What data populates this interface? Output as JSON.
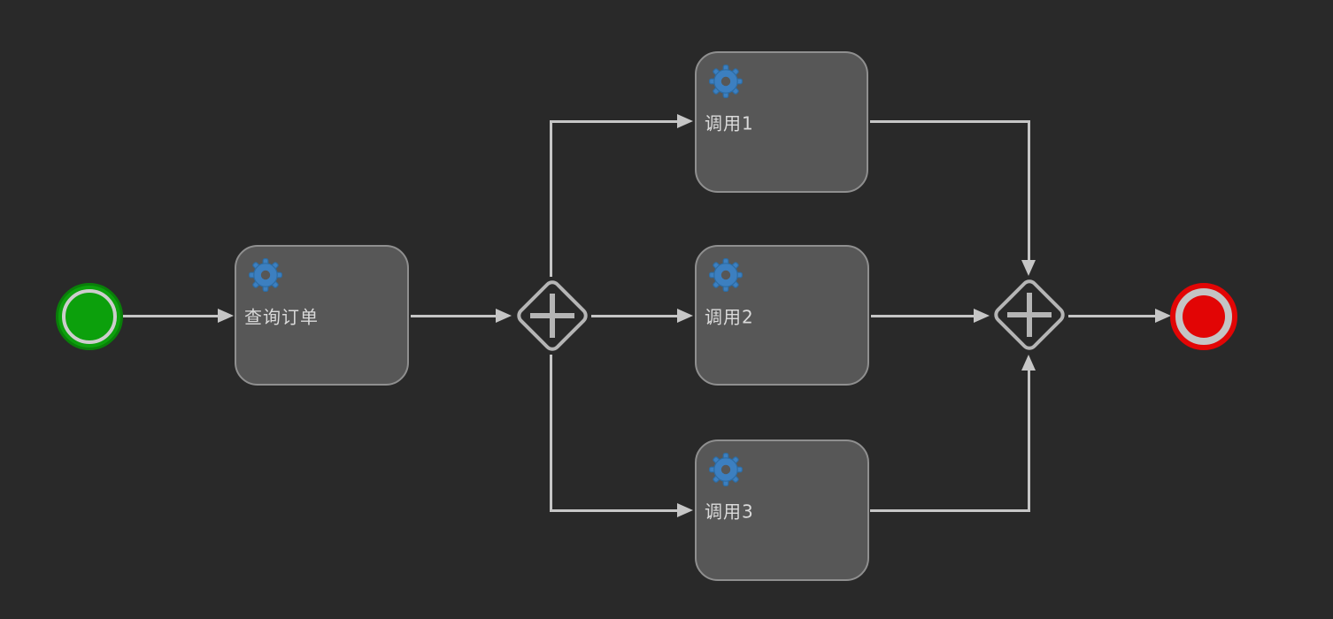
{
  "diagram": {
    "type": "workflow-flowchart",
    "background_color": "#292929",
    "edge_color": "#c6c6c6",
    "task_fill_color": "#575757",
    "task_border_color": "#8f8f8f",
    "gateway_color": "#b5b5b5",
    "gear_icon_color": "#3c7fc0",
    "start_event_color": "#0ca00c",
    "end_event_color": "#e20505",
    "nodes": {
      "start": {
        "type": "start-event",
        "label": ""
      },
      "task_query": {
        "type": "service-task",
        "label": "查询订单",
        "icon": "gear-icon"
      },
      "gateway_split": {
        "type": "parallel-gateway",
        "symbol": "+"
      },
      "task_call1": {
        "type": "service-task",
        "label": "调用1",
        "icon": "gear-icon"
      },
      "task_call2": {
        "type": "service-task",
        "label": "调用2",
        "icon": "gear-icon"
      },
      "task_call3": {
        "type": "service-task",
        "label": "调用3",
        "icon": "gear-icon"
      },
      "gateway_join": {
        "type": "parallel-gateway",
        "symbol": "+"
      },
      "end": {
        "type": "end-event",
        "label": ""
      }
    },
    "edges": [
      {
        "from": "start",
        "to": "task_query"
      },
      {
        "from": "task_query",
        "to": "gateway_split"
      },
      {
        "from": "gateway_split",
        "to": "task_call1"
      },
      {
        "from": "gateway_split",
        "to": "task_call2"
      },
      {
        "from": "gateway_split",
        "to": "task_call3"
      },
      {
        "from": "task_call1",
        "to": "gateway_join"
      },
      {
        "from": "task_call2",
        "to": "gateway_join"
      },
      {
        "from": "task_call3",
        "to": "gateway_join"
      },
      {
        "from": "gateway_join",
        "to": "end"
      }
    ]
  }
}
